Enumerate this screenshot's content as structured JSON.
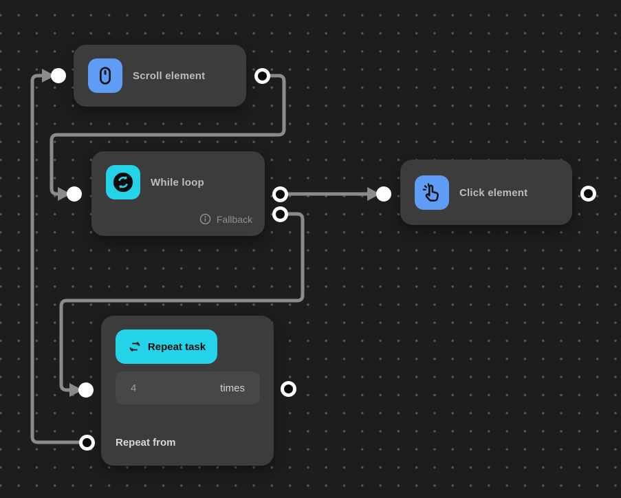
{
  "canvas": {
    "background_color": "#1d1d20",
    "dot_color": "#55555a"
  },
  "palette": {
    "node_background": "#3c3c3c",
    "field_background": "#474747",
    "wire_color": "#8b8b8b",
    "accent_blue": "#5f9cf6",
    "accent_cyan": "#25d3e9",
    "port_color": "#ffffff"
  },
  "nodes": {
    "scroll": {
      "title": "Scroll element",
      "icon": "mouse-scroll-icon"
    },
    "while": {
      "title": "While loop",
      "icon": "sync-loop-icon",
      "fallback": {
        "label": "Fallback",
        "icon": "info-icon"
      }
    },
    "click": {
      "title": "Click element",
      "icon": "tap-click-icon"
    },
    "repeat": {
      "button_label": "Repeat task",
      "icon": "repeat-icon",
      "times_value": "4",
      "times_suffix": "times",
      "repeat_from_label": "Repeat from"
    }
  }
}
